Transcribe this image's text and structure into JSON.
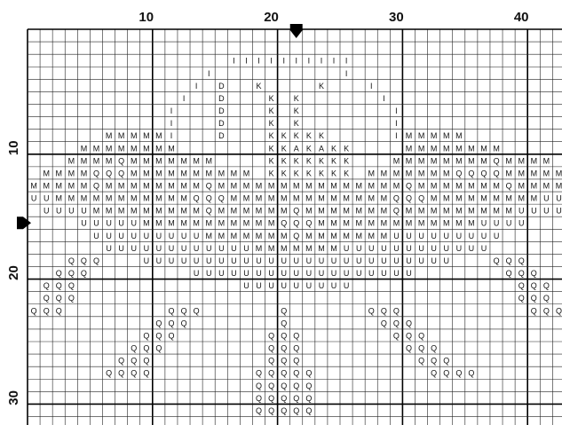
{
  "chart_data": {
    "type": "table",
    "columns_shown": 42,
    "rows_shown": 31,
    "column_labels": [
      {
        "col": 10,
        "text": "10"
      },
      {
        "col": 20,
        "text": "20"
      },
      {
        "col": 30,
        "text": "30"
      },
      {
        "col": 40,
        "text": "40"
      }
    ],
    "row_labels": [
      {
        "row": 10,
        "text": "10"
      },
      {
        "row": 20,
        "text": "20"
      },
      {
        "row": 30,
        "text": "30"
      }
    ],
    "center_markers": {
      "column": 21.5,
      "row": 15.5
    },
    "colors": {
      "grid": "#222222",
      "grid_major": "#000000",
      "text": "#111111",
      "background": "#ffffff"
    },
    "grid_rows": [
      ".............................................",
      ".............................................",
      ".................IIIIIIIIII..................",
      "...............I..........I..................",
      "..............I.D..K....K...I................",
      ".............I..D...K.K......I...............",
      "............I...D...K.K.......I..............",
      "............I...D...K.K.......I..............",
      ".......MMMMMI...D...KKKKK.....IMMMMM.........",
      ".....MMMMMMMM.......KKAKAKK....MMMMMMMM.......",
      "....MMMMQMMMMMMM....KKKKKKK...MMMMMMMMQMMMM..",
      "..MMMMQQQMMMMMMMMMM.KKKKKKK.MMMMMMMQQQQMMMMM.",
      "MMMMMMQMMMMMMMMQMMMMMMMMMMMMMMMQMMMMMMMQMMMMM",
      "UUUMMMMMMMMMMMQQQMMMMMMMMMMMMMQQQMMMMMMMMMUUU",
      "..UUUUMMMMMMMMMQMMMMMMQMMMMMMMQMMMMMMMMMUUUU.",
      ".....UUUUUMMMMMMMMMMMQQQMMMMMMMMMMMMMUUUU....",
      "......UUUUUUUUUMMMMMMMQMMMMMMMUUUUUUUUU......",
      ".......UUUUUUUUUUUUMMMMMMMUUUUUUUUUUUU.......",
      "....QQQ...UUUUUUUUUUUUUUUUUUUUUUUUU...QQQ....",
      "...QQQ........UUUUUUUUUUUUUUUUUU.......QQQ...",
      "..QQQ.............UUUUUUUUU.............QQQ..",
      "..QQQ...................................QQQ..",
      ".QQQ........QQQ......Q......QQQ..........QQQ.",
      "...........QQQ.......Q.......QQQ.............",
      "..........QQQ.......QQQ.......QQQ............",
      ".........QQQ........QQQ........QQQ...........",
      "........QQQ.........QQQ.........QQQ..........",
      ".......QQQQ........QQQQQ.........QQQQ........",
      "...................QQQQQ.....................",
      "...................QQQQQ.....................",
      "...................QQQQQ....................."
    ]
  }
}
